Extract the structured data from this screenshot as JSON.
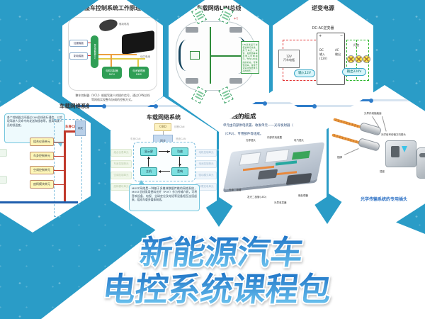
{
  "colors": {
    "teal": "#2a9cc7",
    "title_top": "#1a6fc4",
    "title_bottom": "#74ccf4"
  },
  "main_title": {
    "line1": "新能源汽车",
    "line2": "电控系统课程包"
  },
  "hex_vcu": {
    "title": "整车控制系统工作原理",
    "pedal_accel": "加速踏板",
    "pedal_brake": "制动踏板",
    "vcu": "整车控制器VCU",
    "motor": "驱动电机",
    "battery": "动力电池",
    "mcu": "电机控制器\nMCU",
    "bms": "电池管理器\nBMS",
    "caption": "整车控制器（VCU）根据驾驶人的操作信号，通过CAN总线等网络实现整车协调的控制方式。"
  },
  "hex_lin": {
    "title": "车载网络LIN总线",
    "door_tag": "车门",
    "note": "LIN总线是汽车低速串行总线，用于车门、车窗、后视镜等车身电子控制单元，作为CAN总线的补充，可降低成本，常用于对实时性要求不高的场合。"
  },
  "hex_inverter": {
    "title": "逆变电源",
    "converter": "DC-AC逆变器",
    "dc_in": "DC\n输入\n(12V)",
    "ac_out": "AC\n输出",
    "battery": "12V\n汽车电瓶",
    "label_in": "输入12V",
    "label_out": "输出220V",
    "lamps": "灯泡",
    "plus": "+",
    "minus": "−"
  },
  "hex_can": {
    "title": "车载网络系统",
    "bubble": "各个控制器之间通过CAN总线进行通信，以实现驾驶人员命令的发送和接收等，提高驾驶人员的舒适度。",
    "bus": "车身CAN",
    "gateway": "网关",
    "units": [
      "组合仪表单元",
      "车身控制单元",
      "空调控制单元",
      "座椅模块单元"
    ]
  },
  "hex_network": {
    "title": "车载网络系统",
    "obd": "OBD",
    "diag": "诊断CAN",
    "gateway": "网关",
    "bus_left": "车身CAN",
    "bus_right": "底盘CAN",
    "ring": [
      "显示屏",
      "功放",
      "主机",
      "音响"
    ],
    "left_units": [
      "组合仪表单元",
      "车身控制单元",
      "空调控制单元",
      "座椅模块单元"
    ],
    "right_units": [
      "电机控制单元",
      "电池控制单元",
      "驱动模式单元",
      "车载充电单元"
    ],
    "bubble": "MOST网络是一种基于多媒体数据传输的网络系统，MOST总线采用塑料光纤（POF）作为传输介质，可将音响设备、电视、全球定位及电话等设备相互连接起来，组成车载多媒体网络。"
  },
  "hex_board": {
    "title": "总线的组成",
    "desc1": "单元由内部供电装置、收发单元——光导发射器（",
    "desc2": "（CPU）、专用部件等组成。",
    "labels_top": [
      "光导插头",
      "内部供电装置",
      "电气插头",
      "信号线"
    ],
    "labels_bottom": [
      "光电二极管",
      "发光二极管(LED)",
      "光导收发器",
      "微处理器"
    ]
  },
  "hex_connector": {
    "label_fiber": "光导纤维接触面",
    "label_arrow": "光学信号传输方向箭头",
    "label_pin": "插脚",
    "label_plug": "插头",
    "label_socket": "插座",
    "caption": "光学传输系统的专用插头"
  }
}
